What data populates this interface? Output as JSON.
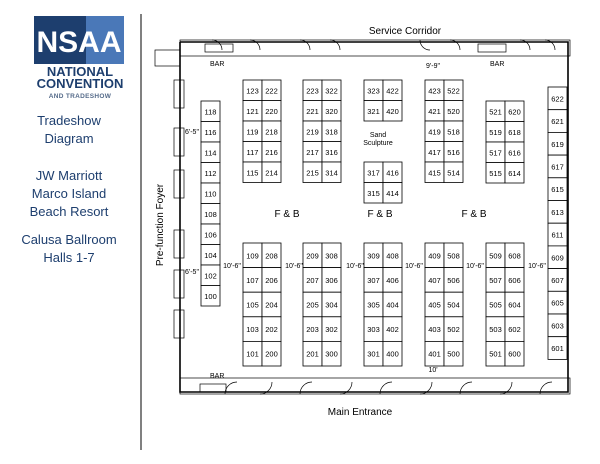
{
  "logo": {
    "mark": "NSAA",
    "line1": "NATIONAL",
    "line2": "CONVENTION",
    "tagline": "AND TRADESHOW",
    "colors": {
      "navy": "#1d3e6e",
      "blue": "#4a78b8"
    }
  },
  "info": {
    "line1": "Tradeshow",
    "line2": "Diagram",
    "line3": "JW Marriott",
    "line4": "Marco Island",
    "line5": "Beach Resort",
    "line6": "Calusa Ballroom",
    "line7": "Halls 1-7"
  },
  "labels": {
    "service_corridor": "Service Corridor",
    "main_entrance": "Main Entrance",
    "foyer": "Pre-function Foyer",
    "bar": "BAR",
    "food_bev": "F & B",
    "sand_sculpture_1": "Sand",
    "sand_sculpture_2": "Sculpture",
    "aisle_width": "10'-6\"",
    "foyer_gap": "6'-5\"",
    "corridor_gap": "9'-9\"",
    "entrance_gap": "10'"
  },
  "booths": {
    "left_col": [
      "118",
      "116",
      "114",
      "112",
      "110",
      "108",
      "106",
      "104",
      "102",
      "100"
    ],
    "right_col": [
      "622",
      "621",
      "619",
      "617",
      "615",
      "613",
      "611",
      "609",
      "607",
      "605",
      "603",
      "601"
    ],
    "top_blocks": [
      {
        "left": [
          "123",
          "121",
          "119",
          "117",
          "115"
        ],
        "right": [
          "222",
          "220",
          "218",
          "216",
          "214"
        ]
      },
      {
        "left": [
          "223",
          "221",
          "219",
          "217",
          "215"
        ],
        "right": [
          "322",
          "320",
          "318",
          "316",
          "314"
        ]
      },
      {
        "left": [
          "323",
          "321"
        ],
        "right": [
          "422",
          "420"
        ],
        "bottom_left": [
          "317",
          "315"
        ],
        "bottom_right": [
          "416",
          "414"
        ]
      },
      {
        "left": [
          "423",
          "421",
          "419",
          "417",
          "415"
        ],
        "right": [
          "522",
          "520",
          "518",
          "516",
          "514"
        ]
      },
      {
        "left": [
          "521",
          "519",
          "517",
          "515"
        ],
        "right": [
          "620",
          "618",
          "616",
          "614"
        ]
      }
    ],
    "bottom_blocks": [
      {
        "left": [
          "109",
          "107",
          "105",
          "103",
          "101"
        ],
        "right": [
          "208",
          "206",
          "204",
          "202",
          "200"
        ]
      },
      {
        "left": [
          "209",
          "207",
          "205",
          "203",
          "201"
        ],
        "right": [
          "308",
          "306",
          "304",
          "302",
          "300"
        ]
      },
      {
        "left": [
          "309",
          "307",
          "305",
          "303",
          "301"
        ],
        "right": [
          "408",
          "406",
          "404",
          "402",
          "400"
        ]
      },
      {
        "left": [
          "409",
          "407",
          "405",
          "403",
          "401"
        ],
        "right": [
          "508",
          "506",
          "504",
          "502",
          "500"
        ]
      },
      {
        "left": [
          "509",
          "507",
          "505",
          "503",
          "501"
        ],
        "right": [
          "608",
          "606",
          "604",
          "602",
          "600"
        ]
      }
    ]
  }
}
